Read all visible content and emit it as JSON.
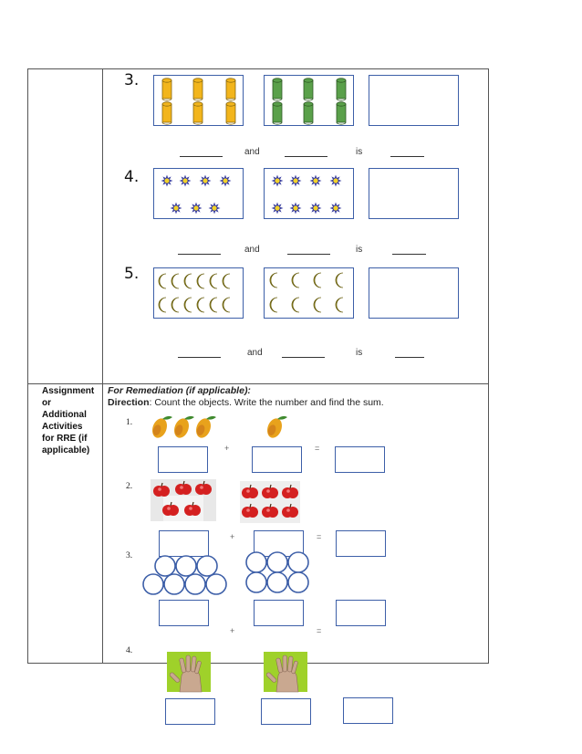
{
  "items": [
    {
      "number": "3.",
      "word_and": "and",
      "word_is": "is"
    },
    {
      "number": "4.",
      "word_and": "and",
      "word_is": "is"
    },
    {
      "number": "5.",
      "word_and": "and",
      "word_is": "is"
    }
  ],
  "assignment_label": [
    "Assignment",
    "or",
    "Additional",
    "Activities",
    "for RRE (if",
    "applicable)"
  ],
  "remediation": {
    "title": "For Remediation (if applicable):",
    "direction_label": "Direction",
    "direction_text": ": Count the objects. Write the number and find the sum.",
    "items": [
      {
        "number": "1.",
        "plus": "+",
        "equals": "="
      },
      {
        "number": "2.",
        "plus": "+",
        "equals": "="
      },
      {
        "number": "3.",
        "plus": "+",
        "equals": "="
      },
      {
        "number": "4."
      }
    ]
  },
  "icons": [
    "yellow-cylinder-icon",
    "green-cylinder-icon",
    "star-icon",
    "crescent-moon-icon",
    "mango-icon",
    "apple-icon",
    "circle-icon",
    "hand-icon"
  ],
  "colors": {
    "box_border": "#3d5fa8",
    "yellow": "#f2b51c",
    "green": "#5aa04a",
    "star_blue": "#3a3fa0",
    "moon_yellow": "#f2e641",
    "apple_red": "#d42020",
    "circle_blue": "#3d5fa8"
  }
}
